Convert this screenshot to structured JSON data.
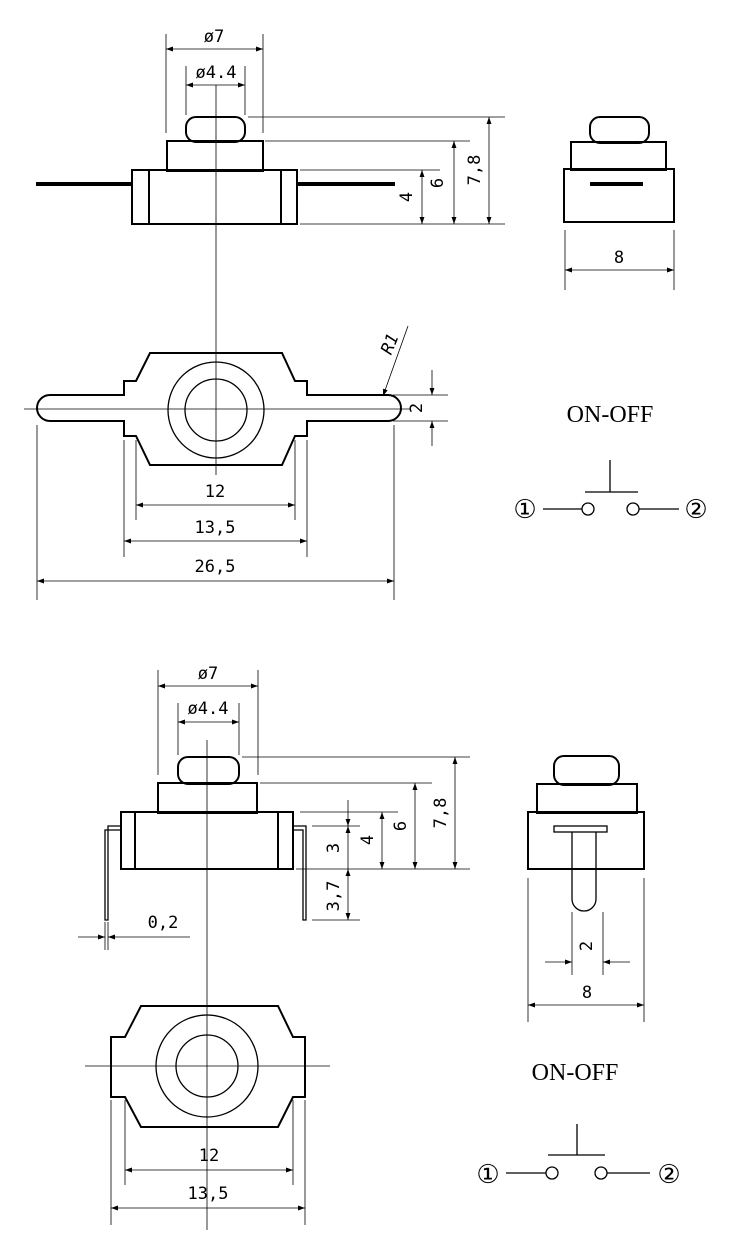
{
  "top": {
    "dims": {
      "d7": "ø7",
      "d44": "ø4.4",
      "h4": "4",
      "h6": "6",
      "h78": "7,8",
      "w8": "8",
      "r1": "R1",
      "t2": "2",
      "w12": "12",
      "w135": "13,5",
      "w265": "26,5"
    },
    "schematic": {
      "label": "ON-OFF",
      "pin1": "①",
      "pin2": "②"
    }
  },
  "bottom": {
    "dims": {
      "d7": "ø7",
      "d44": "ø4.4",
      "h3": "3",
      "h4": "4",
      "h6": "6",
      "h78": "7,8",
      "h37": "3,7",
      "t02": "0,2",
      "w2": "2",
      "w8": "8",
      "w12": "12",
      "w135": "13,5"
    },
    "schematic": {
      "label": "ON-OFF",
      "pin1": "①",
      "pin2": "②"
    }
  }
}
